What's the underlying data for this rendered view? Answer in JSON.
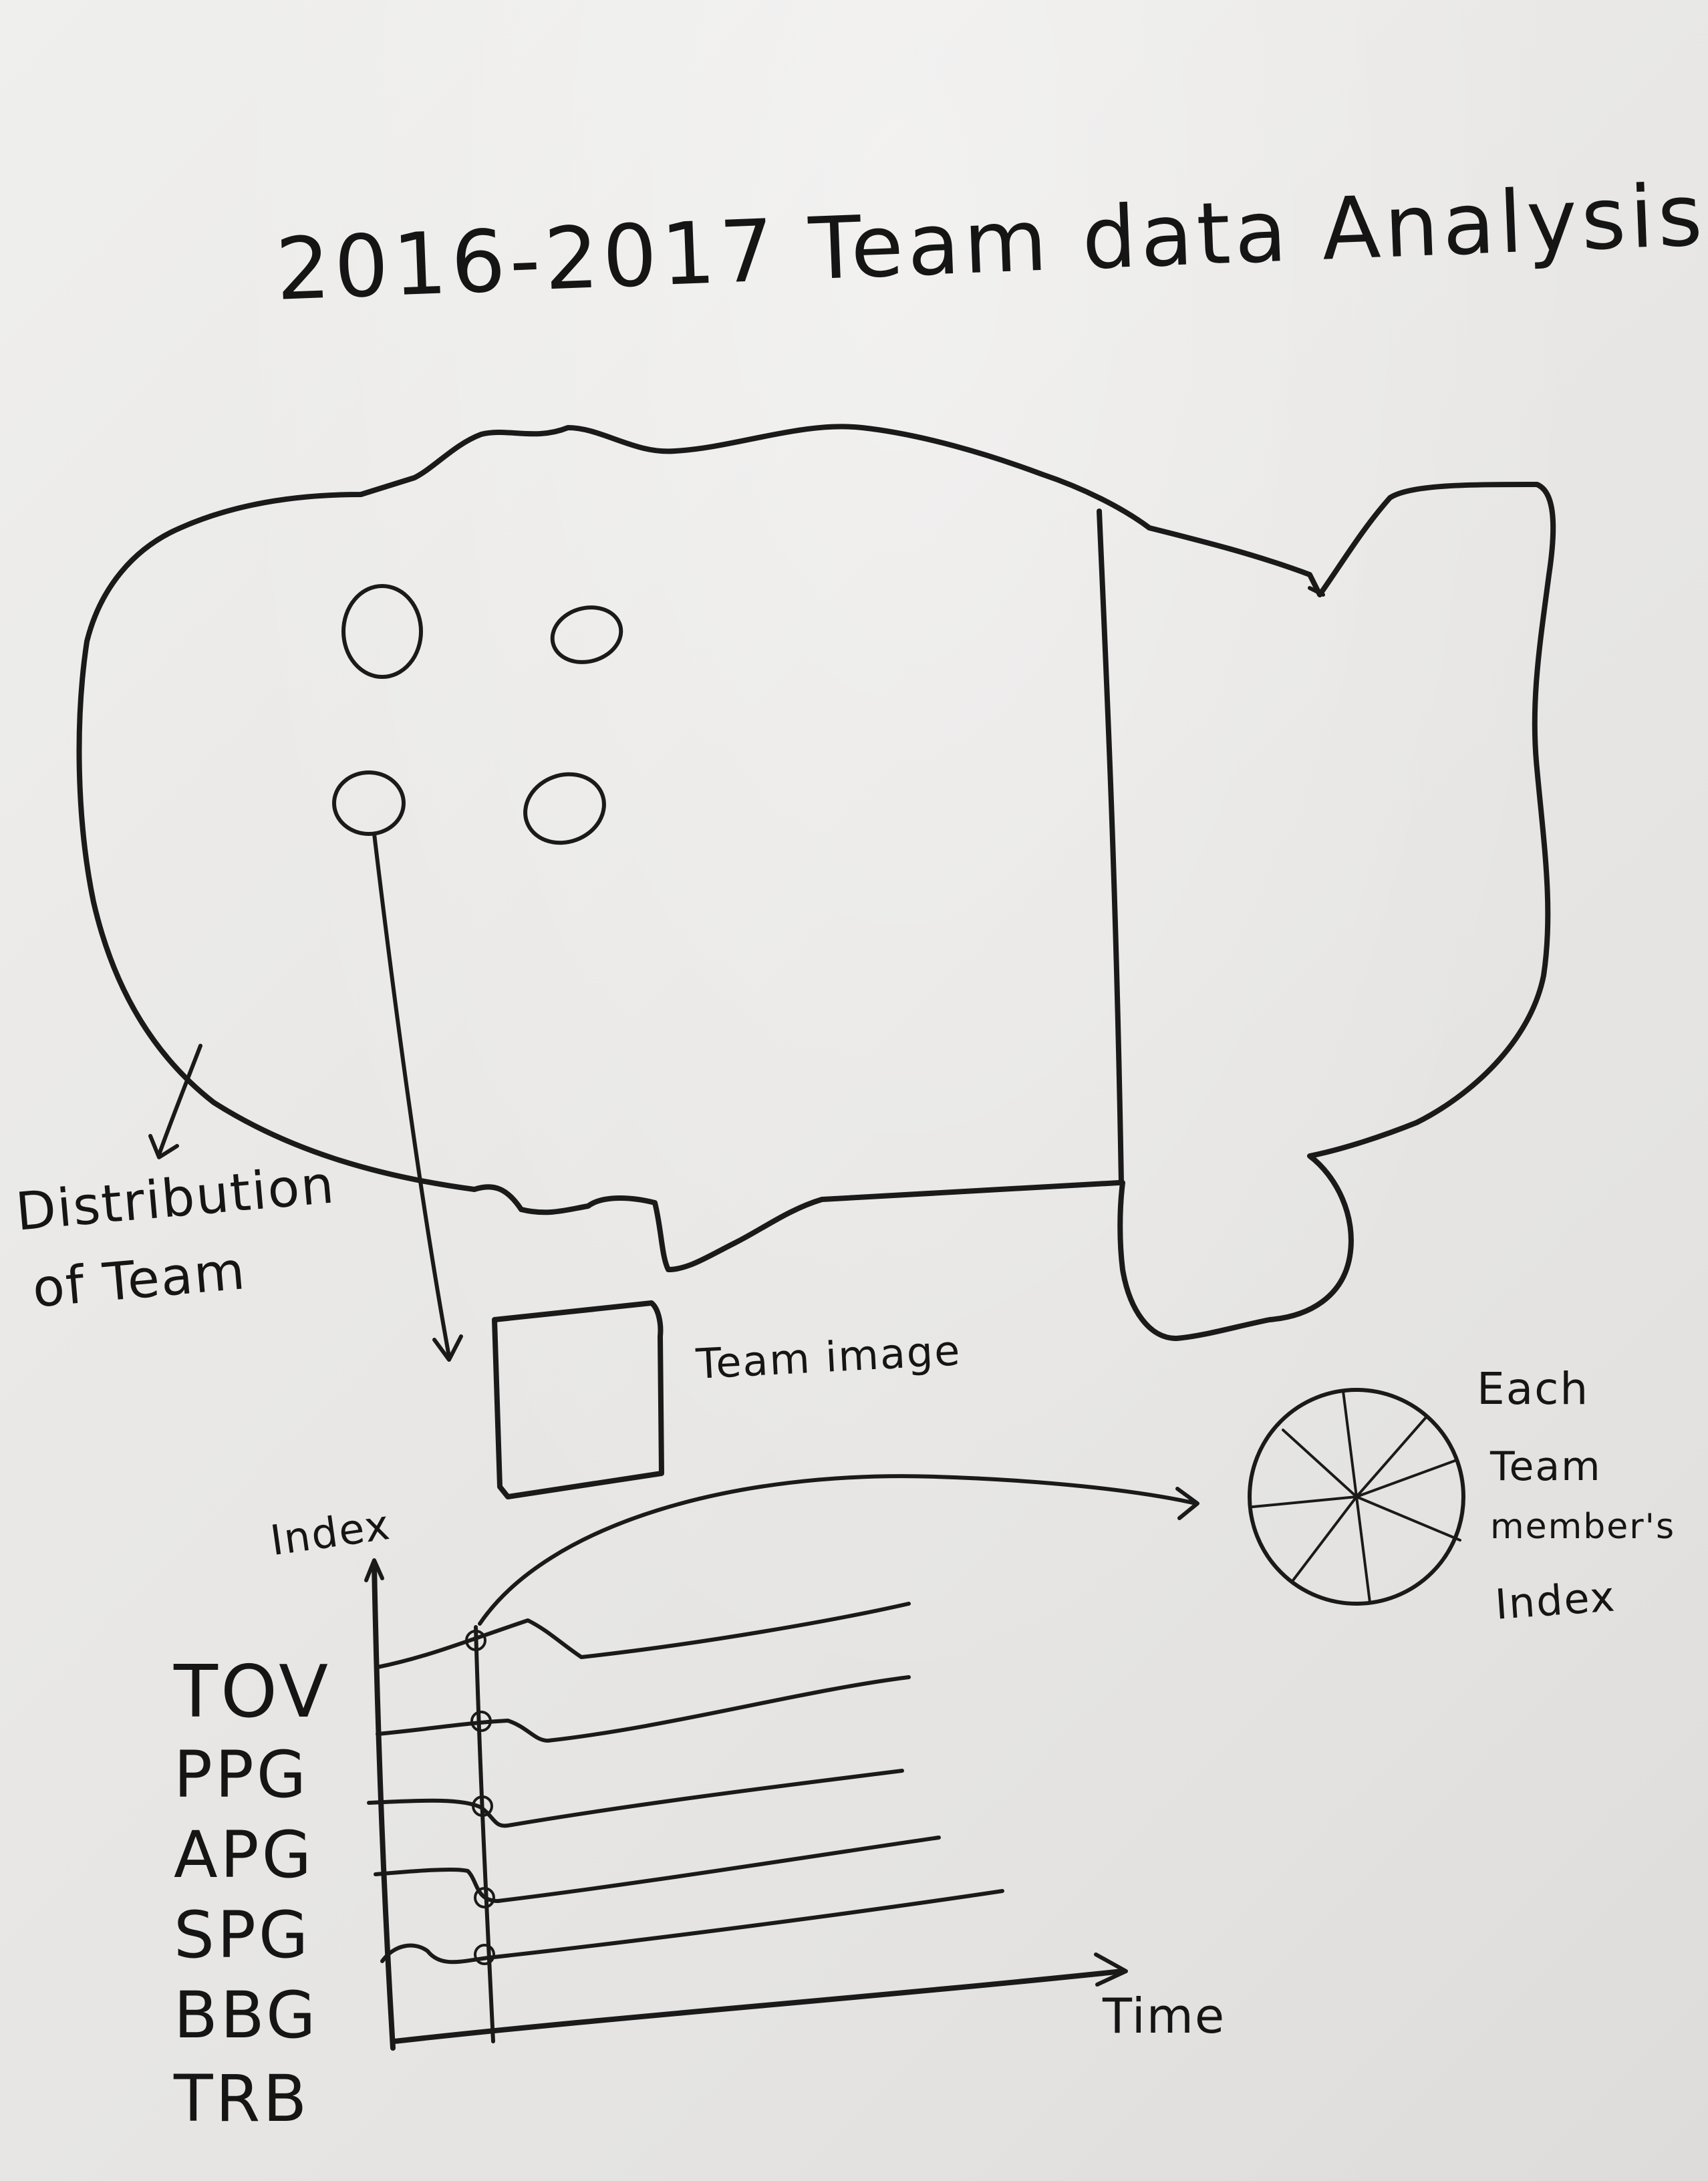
{
  "title": "2016-2017 Team data Analysis",
  "map_label": {
    "line1": "Distribution",
    "line2": "of Team"
  },
  "team_image_label": "Team image",
  "pie_label": {
    "line1": "Each",
    "line2": "Team",
    "line3": "member's",
    "line4": "Index"
  },
  "timeline": {
    "y_axis_label": "Index",
    "x_axis_label": "Time",
    "metrics": [
      "TOV",
      "PPG",
      "APG",
      "SPG",
      "BBG",
      "TRB"
    ]
  }
}
